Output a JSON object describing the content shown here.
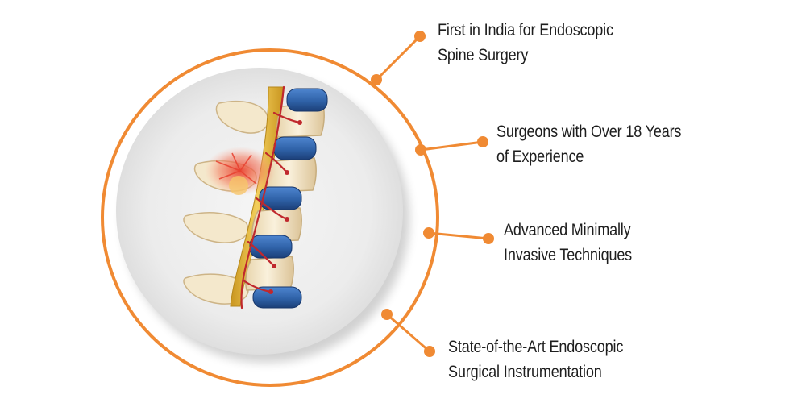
{
  "features": [
    {
      "line1": "First in India for Endoscopic",
      "line2": "Spine Surgery"
    },
    {
      "line1": "Surgeons with Over 18 Years",
      "line2": "of Experience"
    },
    {
      "line1": "Advanced Minimally",
      "line2": "Invasive Techniques"
    },
    {
      "line1": "State-of-the-Art Endoscopic",
      "line2": "Surgical Instrumentation"
    }
  ],
  "colors": {
    "accent": "#f08a33",
    "disc": "#2f62a8",
    "bone": "#f1e4c6",
    "nerve": "#c0282d",
    "cord": "#e0b63a",
    "text": "#1e1e1e"
  }
}
